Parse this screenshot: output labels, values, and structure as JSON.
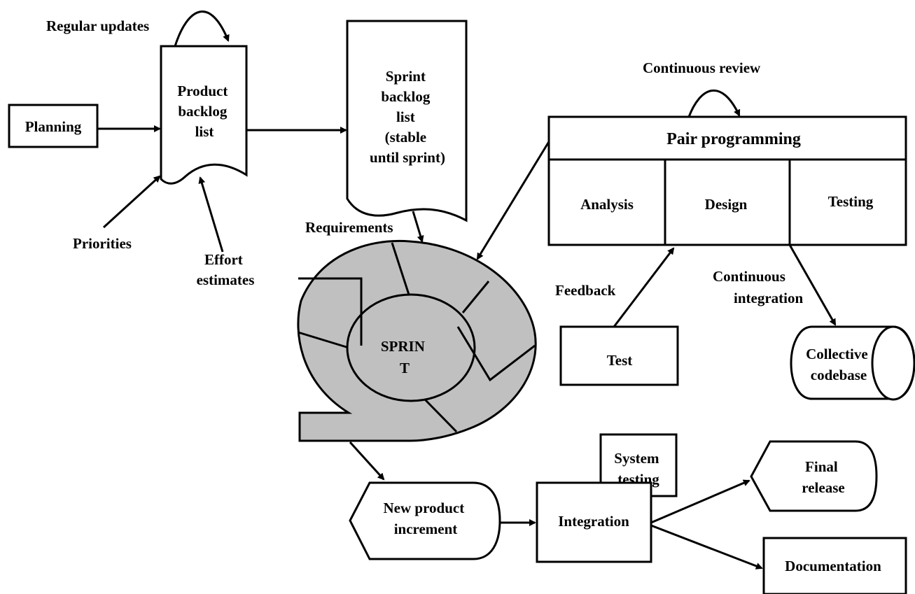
{
  "diagram": {
    "planning": "Planning",
    "regular_updates": "Regular updates",
    "product_backlog": [
      "Product",
      "backlog",
      "list"
    ],
    "priorities": "Priorities",
    "effort_estimates": [
      "Effort",
      "estimates"
    ],
    "sprint_backlog": [
      "Sprint",
      "backlog",
      "list",
      "(stable",
      "until sprint)"
    ],
    "requirements": "Requirements",
    "sprint": [
      "SPRIN",
      "T"
    ],
    "continuous_review": "Continuous review",
    "pair_programming": "Pair programming",
    "analysis": "Analysis",
    "design": "Design",
    "testing": "Testing",
    "feedback": "Feedback",
    "test": "Test",
    "continuous_integration": [
      "Continuous",
      "integration"
    ],
    "collective_codebase": [
      "Collective",
      "codebase"
    ],
    "system_testing": [
      "System",
      "testing"
    ],
    "new_product_increment": [
      "New product",
      "increment"
    ],
    "integration": "Integration",
    "final_release": [
      "Final",
      "release"
    ],
    "documentation": "Documentation"
  }
}
